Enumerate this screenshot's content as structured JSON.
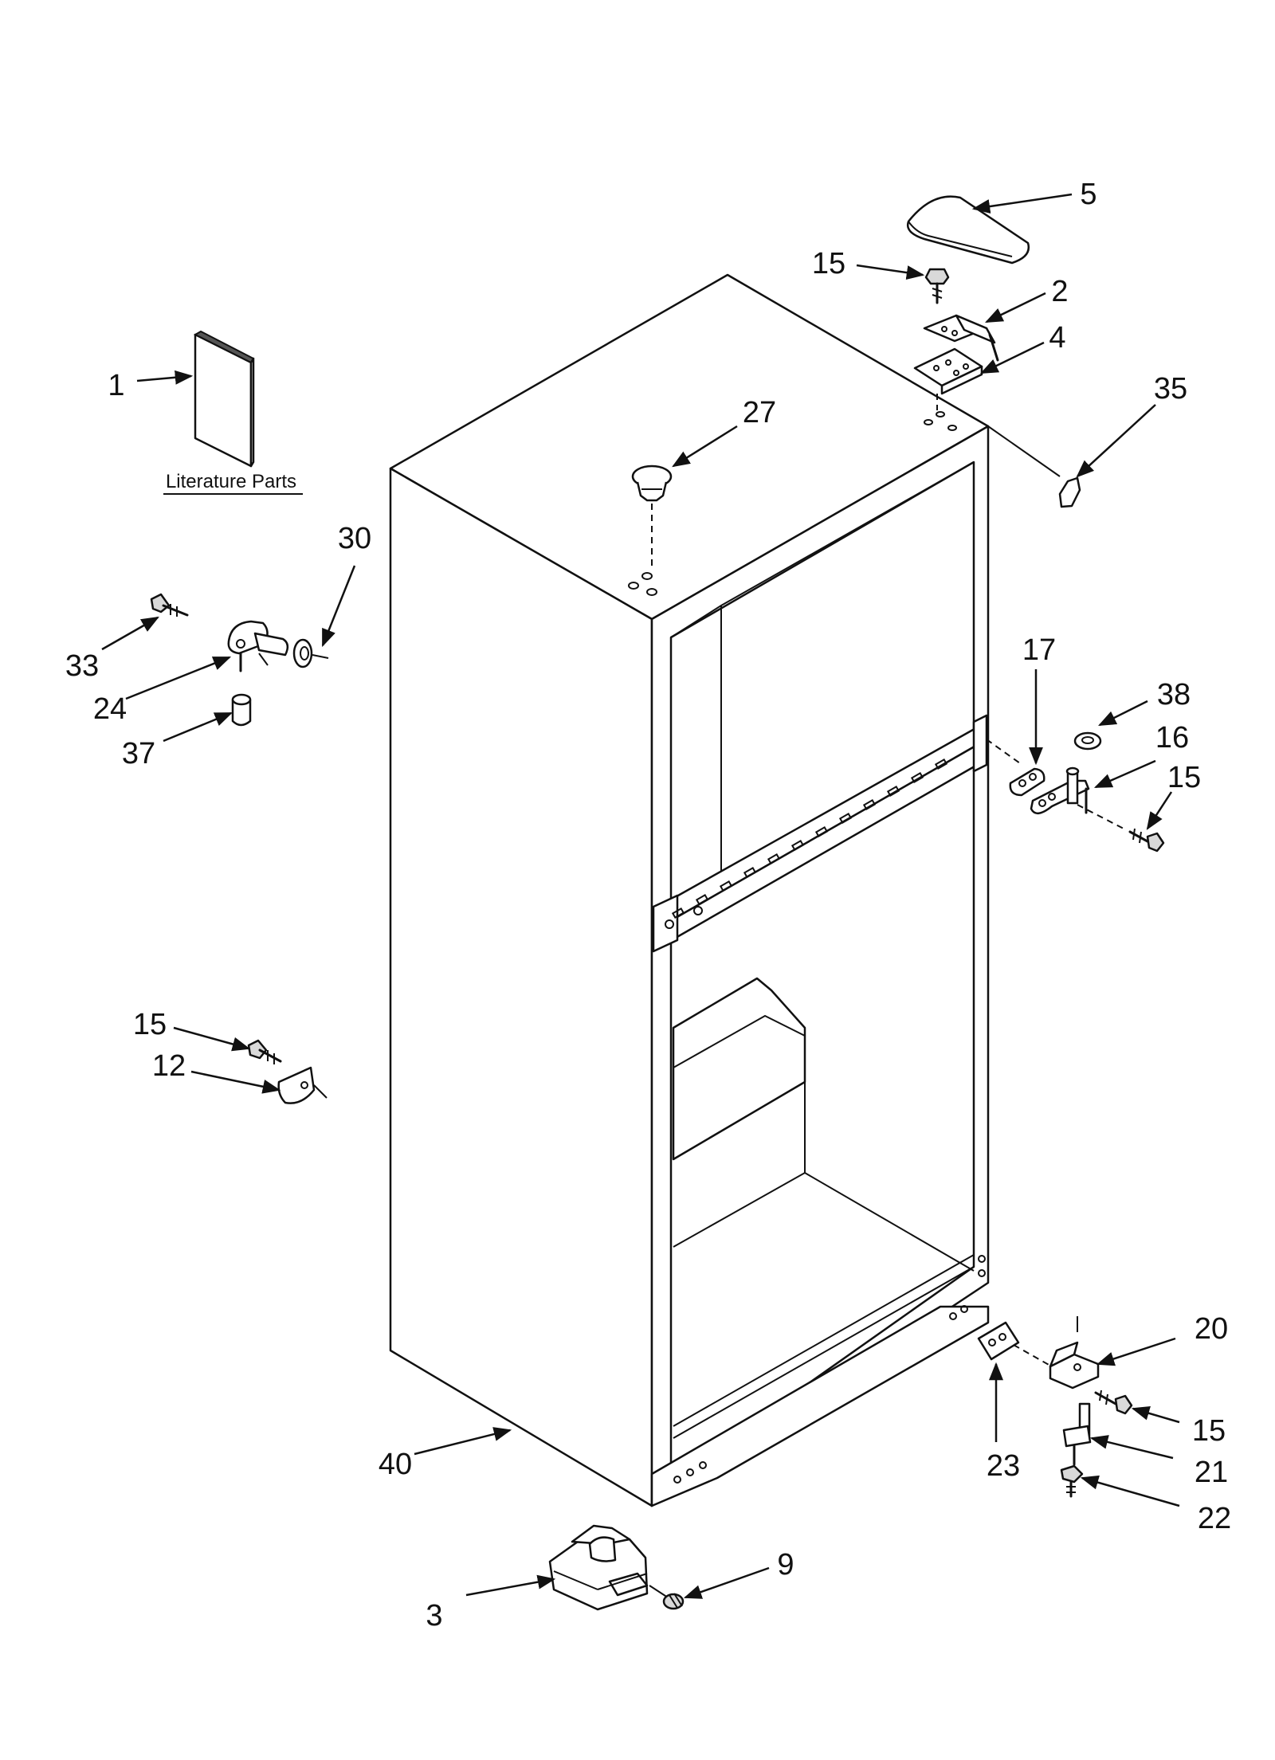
{
  "caption": "Literature Parts",
  "callouts": [
    {
      "id": "c1",
      "number": "1"
    },
    {
      "id": "c2",
      "number": "2"
    },
    {
      "id": "c3",
      "number": "3"
    },
    {
      "id": "c4",
      "number": "4"
    },
    {
      "id": "c5",
      "number": "5"
    },
    {
      "id": "c9",
      "number": "9"
    },
    {
      "id": "c12",
      "number": "12"
    },
    {
      "id": "c15a",
      "number": "15"
    },
    {
      "id": "c15b",
      "number": "15"
    },
    {
      "id": "c15c",
      "number": "15"
    },
    {
      "id": "c15d",
      "number": "15"
    },
    {
      "id": "c16",
      "number": "16"
    },
    {
      "id": "c17",
      "number": "17"
    },
    {
      "id": "c20",
      "number": "20"
    },
    {
      "id": "c21",
      "number": "21"
    },
    {
      "id": "c22",
      "number": "22"
    },
    {
      "id": "c23",
      "number": "23"
    },
    {
      "id": "c24",
      "number": "24"
    },
    {
      "id": "c27",
      "number": "27"
    },
    {
      "id": "c30",
      "number": "30"
    },
    {
      "id": "c33",
      "number": "33"
    },
    {
      "id": "c35",
      "number": "35"
    },
    {
      "id": "c37",
      "number": "37"
    },
    {
      "id": "c38",
      "number": "38"
    },
    {
      "id": "c40",
      "number": "40"
    }
  ]
}
